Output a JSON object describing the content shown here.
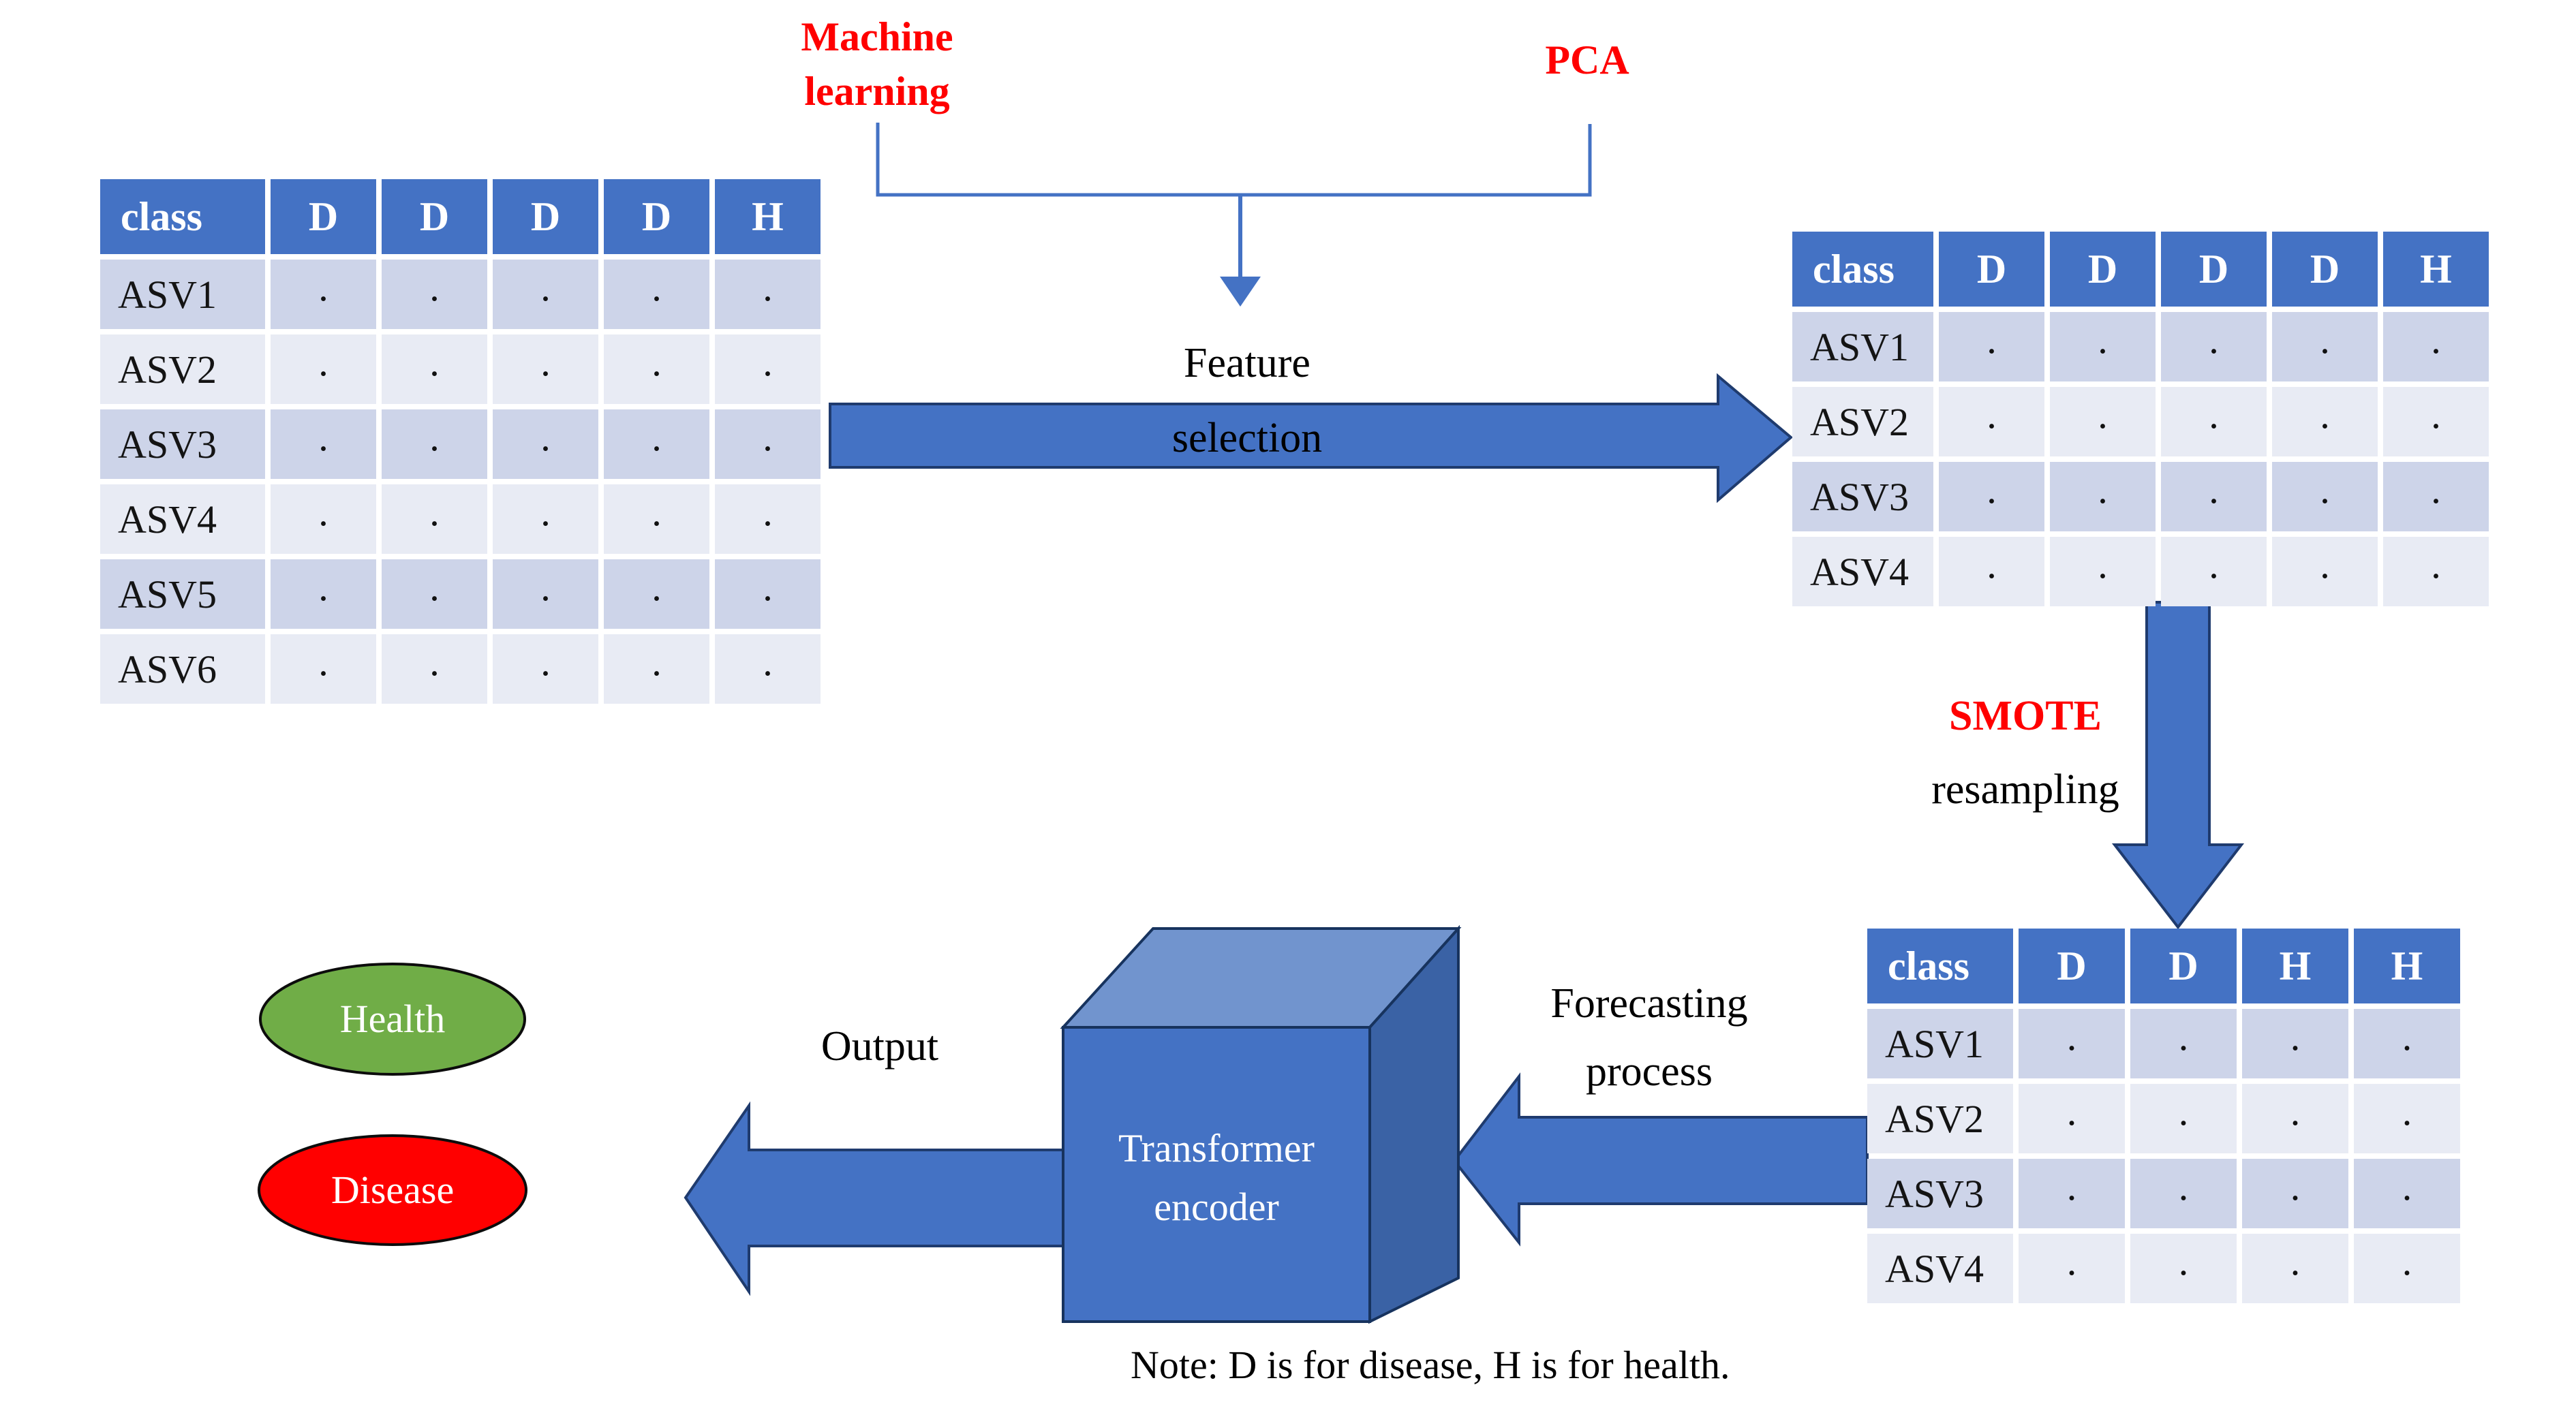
{
  "labels": {
    "machine_learning": [
      "Machine",
      "learning"
    ],
    "pca": "PCA",
    "feature_selection": [
      "Feature",
      "selection"
    ],
    "smote": "SMOTE",
    "resampling": "resampling",
    "forecasting_process": [
      "Forecasting",
      "process"
    ],
    "output": "Output",
    "transformer_encoder": [
      "Transformer",
      "encoder"
    ],
    "health": "Health",
    "disease": "Disease",
    "note": "Note: D is for disease,  H is for health."
  },
  "tables": {
    "initial": {
      "headers": [
        "class",
        "D",
        "D",
        "D",
        "D",
        "H"
      ],
      "rows": [
        [
          "ASV1",
          ".",
          ".",
          ".",
          ".",
          "."
        ],
        [
          "ASV2",
          ".",
          ".",
          ".",
          ".",
          "."
        ],
        [
          "ASV3",
          ".",
          ".",
          ".",
          ".",
          "."
        ],
        [
          "ASV4",
          ".",
          ".",
          ".",
          ".",
          "."
        ],
        [
          "ASV5",
          ".",
          ".",
          ".",
          ".",
          "."
        ],
        [
          "ASV6",
          ".",
          ".",
          ".",
          ".",
          "."
        ]
      ]
    },
    "selected": {
      "headers": [
        "class",
        "D",
        "D",
        "D",
        "D",
        "H"
      ],
      "rows": [
        [
          "ASV1",
          ".",
          ".",
          ".",
          ".",
          "."
        ],
        [
          "ASV2",
          ".",
          ".",
          ".",
          ".",
          "."
        ],
        [
          "ASV3",
          ".",
          ".",
          ".",
          ".",
          "."
        ],
        [
          "ASV4",
          ".",
          ".",
          ".",
          ".",
          "."
        ]
      ]
    },
    "resampled": {
      "headers": [
        "class",
        "D",
        "D",
        "H",
        "H"
      ],
      "rows": [
        [
          "ASV1",
          ".",
          ".",
          ".",
          "."
        ],
        [
          "ASV2",
          ".",
          ".",
          ".",
          "."
        ],
        [
          "ASV3",
          ".",
          ".",
          ".",
          "."
        ],
        [
          "ASV4",
          ".",
          ".",
          ".",
          "."
        ]
      ]
    }
  },
  "colors": {
    "accent_blue": "#4472C4",
    "row_band_dark": "#CDD4E9",
    "row_band_light": "#E8EBF4",
    "arrow_outline": "#1F3B6E",
    "cube_top": "#7194CE",
    "cube_side": "#3A62A5",
    "cube_outline": "#17335E",
    "health_green": "#70AD47",
    "disease_red": "#FF0000",
    "annotation_red": "#FF0000"
  }
}
